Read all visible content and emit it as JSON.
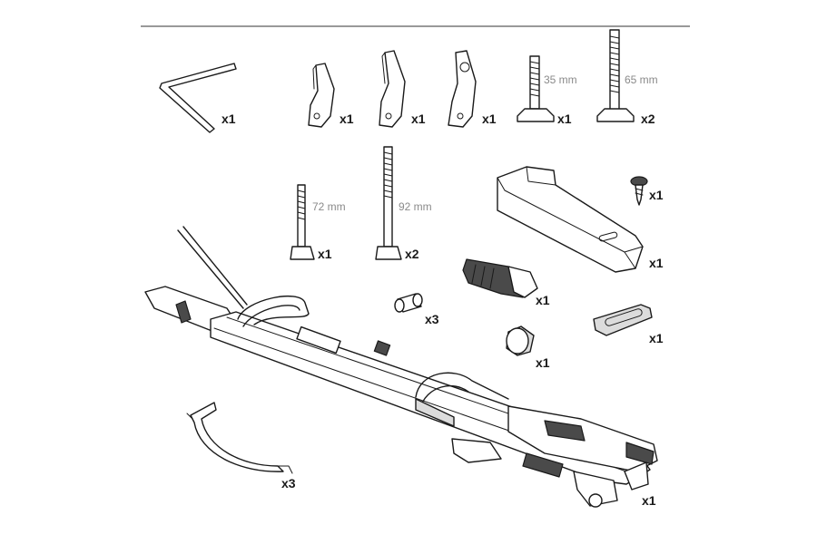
{
  "parts": {
    "hex_key": {
      "qty": "x1"
    },
    "clamp_small": {
      "qty": "x1"
    },
    "clamp_medium": {
      "qty": "x1"
    },
    "clamp_lock": {
      "qty": "x1"
    },
    "tbolt_35": {
      "qty": "x1",
      "length": "35 mm"
    },
    "tbolt_65": {
      "qty": "x2",
      "length": "65 mm"
    },
    "screw": {
      "qty": "x1"
    },
    "bolt_72": {
      "qty": "x1",
      "length": "72 mm"
    },
    "bolt_92": {
      "qty": "x2",
      "length": "92 mm"
    },
    "foot_block": {
      "qty": "x1"
    },
    "lock_cylinder": {
      "qty": "x1"
    },
    "spacer": {
      "qty": "x3"
    },
    "end_cap": {
      "qty": "x1"
    },
    "strap_pad": {
      "qty": "x1"
    },
    "wheel_strap": {
      "qty": "x3"
    },
    "bike_carrier": {
      "qty": "x1"
    }
  },
  "colors": {
    "line": "#1a1a1a",
    "light_fill": "#dcdcdc",
    "dark_fill": "#4a4a4a",
    "dim_text": "#8a8a8a",
    "rule": "#333333"
  }
}
